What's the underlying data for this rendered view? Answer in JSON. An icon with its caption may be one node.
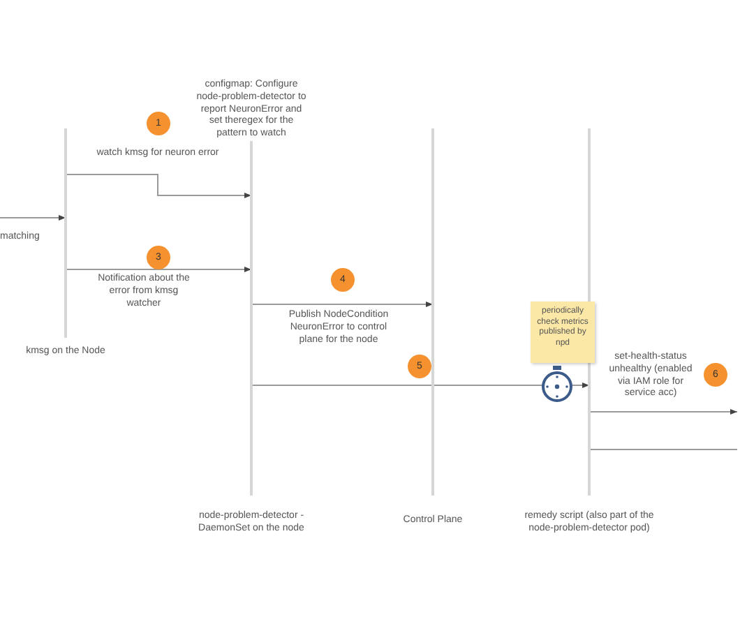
{
  "diagram": {
    "nodes": [
      {
        "text": [
          "kmsg on the Node"
        ]
      },
      {
        "text": [
          "node-problem-detector -DaemonSet on the node"
        ]
      },
      {
        "text": [
          "Control Plane"
        ]
      },
      {
        "text": [
          "remedy script (also part of the node-problem-detector pod)"
        ]
      },
      {
        "text": [
          "periodically check metrics published by npd"
        ]
      }
    ],
    "edges": [
      {
        "from": null,
        "to": 0,
        "arrow": "to",
        "label": "matching"
      },
      {
        "from": 0,
        "to": 1,
        "arrow": "to",
        "label": "watch kmsg for neuron error"
      },
      {
        "from": 0,
        "to": 1,
        "arrow": "to",
        "label": "Notification about the error from kmsg watcher"
      },
      {
        "from": 1,
        "to": 2,
        "arrow": "to",
        "label": "Publish NodeCondition NeuronError to control plane for the node"
      },
      {
        "from": 1,
        "to": 3,
        "arrow": "to"
      },
      {
        "from": 3,
        "to": null,
        "arrow": "to",
        "label": "set-health-status unhealthy (enabled via IAM role for service acc)"
      },
      {
        "from": 3,
        "to": null,
        "arrow": "none"
      }
    ],
    "labels": [
      "configmap: Configure node-problem-detector to report NeuronError and set theregex for the pattern to watch",
      "1",
      "3",
      "4",
      "5",
      "6"
    ]
  }
}
